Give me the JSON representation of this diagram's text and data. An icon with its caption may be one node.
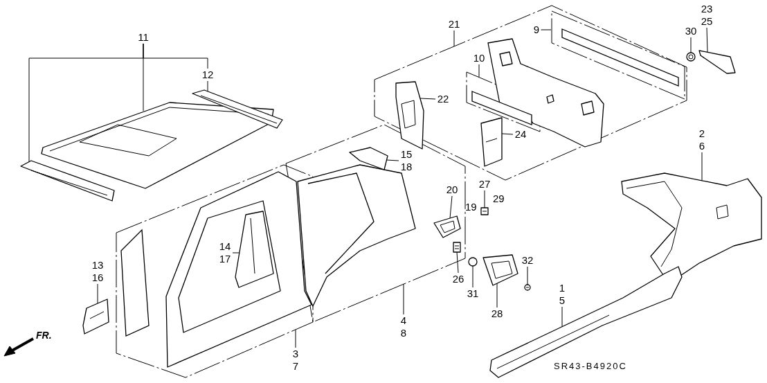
{
  "diagram": {
    "nodes": [
      {
        "text": [
          "11"
        ]
      },
      {
        "text": [
          "12"
        ]
      },
      {
        "text": [
          "21"
        ]
      },
      {
        "text": [
          "9"
        ]
      },
      {
        "text": [
          "10"
        ]
      },
      {
        "text": [
          "23",
          "25"
        ]
      },
      {
        "text": [
          "30"
        ]
      },
      {
        "text": [
          "22"
        ]
      },
      {
        "text": [
          "24"
        ]
      },
      {
        "text": [
          "15",
          "18"
        ]
      },
      {
        "text": [
          "2",
          "6"
        ]
      },
      {
        "text": [
          "20"
        ]
      },
      {
        "text": [
          "27"
        ]
      },
      {
        "text": [
          "14",
          "17"
        ]
      },
      {
        "text": [
          "13",
          "16"
        ]
      },
      {
        "text": [
          "26"
        ]
      },
      {
        "text": [
          "31"
        ]
      },
      {
        "text": [
          "32"
        ]
      },
      {
        "text": [
          "28"
        ]
      },
      {
        "text": [
          "1",
          "5"
        ]
      },
      {
        "text": [
          "3",
          "7"
        ]
      },
      {
        "text": [
          "4",
          "8"
        ]
      },
      {
        "text": [],
        "shape": "picture"
      },
      {
        "text": [],
        "shape": "picture"
      },
      {
        "text": [],
        "shape": "picture"
      },
      {
        "text": [],
        "shape": "picture"
      },
      {
        "text": [],
        "shape": "picture"
      },
      {
        "text": [],
        "shape": "picture"
      },
      {
        "text": [],
        "shape": "picture"
      },
      {
        "text": [],
        "shape": "picture"
      },
      {
        "text": [],
        "shape": "picture"
      },
      {
        "text": [],
        "shape": "picture"
      },
      {
        "text": [],
        "shape": "picture"
      },
      {
        "text": [],
        "shape": "picture"
      },
      {
        "text": [],
        "shape": "picture"
      },
      {
        "text": [],
        "shape": "picture"
      },
      {
        "text": [],
        "shape": "picture"
      },
      {
        "text": [],
        "shape": "picture"
      },
      {
        "text": [],
        "shape": "picture"
      },
      {
        "text": [],
        "shape": "picture"
      }
    ],
    "edges": [
      {
        "from": 0,
        "to": 22,
        "arrow": "none"
      },
      {
        "from": 0,
        "to": 23,
        "arrow": "none"
      },
      {
        "from": 0,
        "to": 1,
        "arrow": "none"
      },
      {
        "from": 1,
        "to": 24,
        "arrow": "none"
      },
      {
        "from": 2,
        "to": null,
        "arrow": "none"
      },
      {
        "from": 3,
        "to": null,
        "arrow": "none"
      },
      {
        "from": 4,
        "to": null,
        "arrow": "none"
      },
      {
        "from": 5,
        "to": 25,
        "arrow": "none"
      },
      {
        "from": 6,
        "to": 26,
        "arrow": "none"
      },
      {
        "from": 7,
        "to": 27,
        "arrow": "none"
      },
      {
        "from": 8,
        "to": 28,
        "arrow": "none"
      },
      {
        "from": 9,
        "to": 29,
        "arrow": "none"
      },
      {
        "from": 10,
        "to": 30,
        "arrow": "none"
      },
      {
        "from": 11,
        "to": 31,
        "arrow": "none"
      },
      {
        "from": 12,
        "to": 32,
        "arrow": "none"
      },
      {
        "from": 13,
        "to": 33,
        "arrow": "none"
      },
      {
        "from": 14,
        "to": 34,
        "arrow": "none"
      },
      {
        "from": 15,
        "to": 35,
        "arrow": "none"
      },
      {
        "from": 16,
        "to": 36,
        "arrow": "none"
      },
      {
        "from": 17,
        "to": 37,
        "arrow": "none"
      },
      {
        "from": 18,
        "to": 38,
        "arrow": "none"
      },
      {
        "from": 19,
        "to": 39,
        "arrow": "none"
      },
      {
        "from": 20,
        "to": null,
        "arrow": "none"
      },
      {
        "from": 21,
        "to": null,
        "arrow": "none"
      }
    ],
    "labels": [
      "29",
      "19",
      "FR.",
      "SR43-B4920C"
    ]
  }
}
